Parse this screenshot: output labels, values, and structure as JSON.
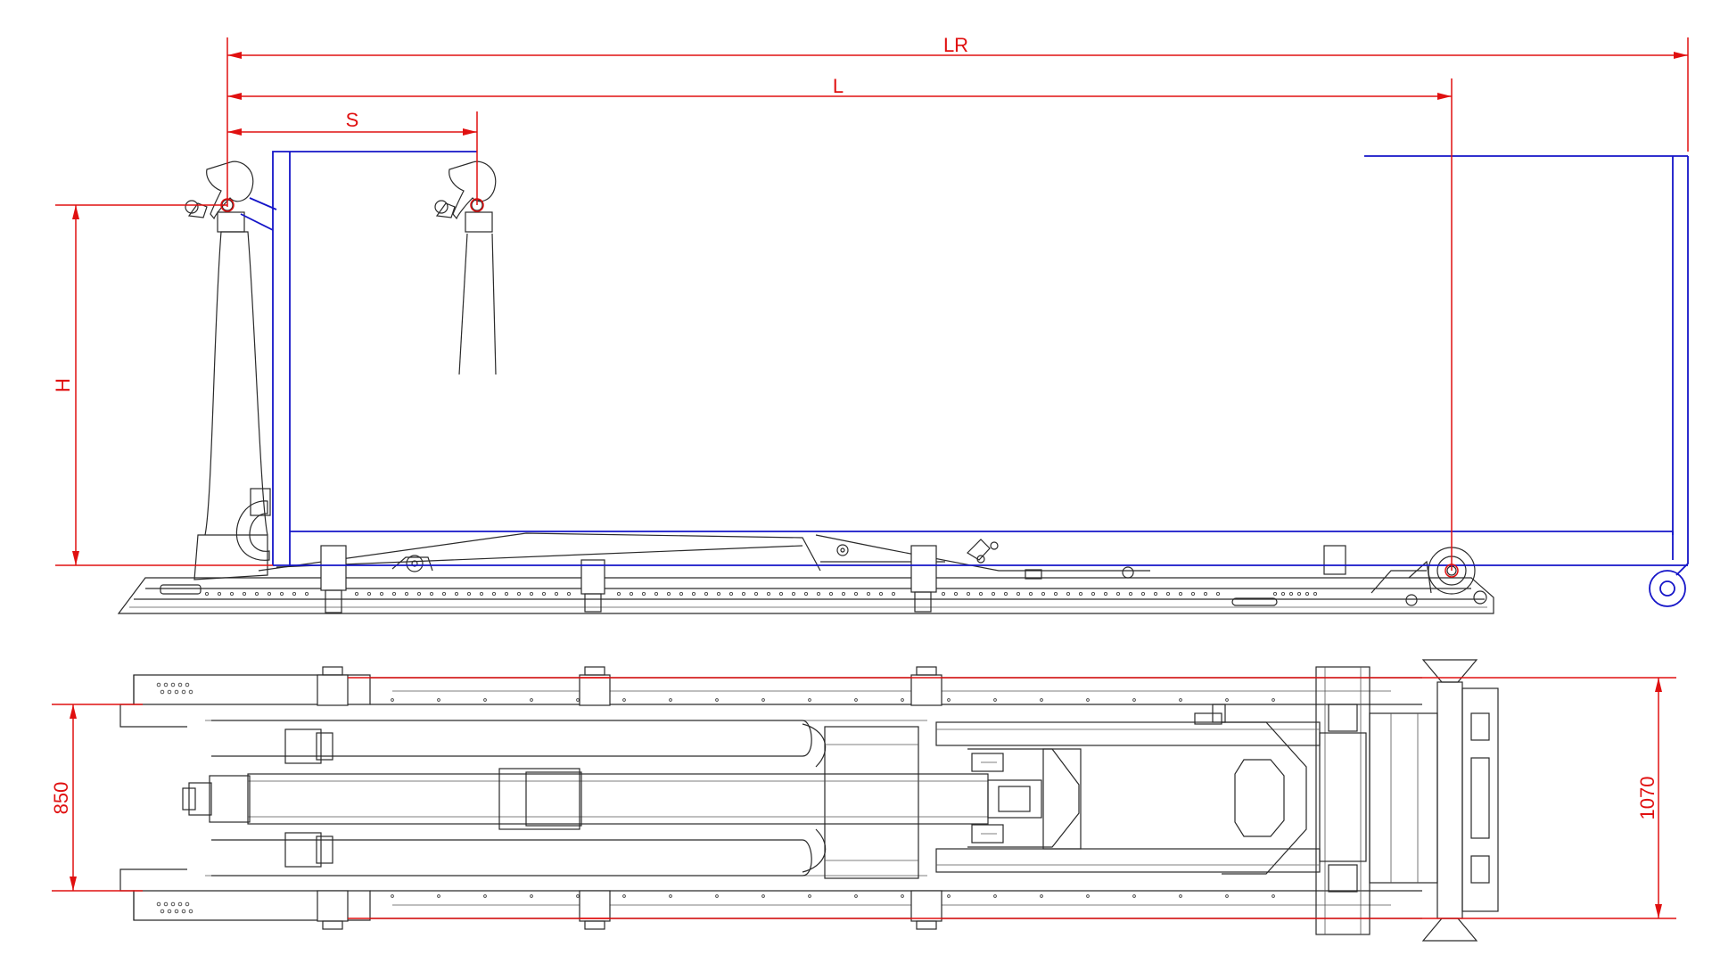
{
  "dimensions": {
    "lr": "LR",
    "l": "L",
    "s": "S",
    "h": "H",
    "width_inner": "850",
    "width_outer": "1070"
  },
  "colors": {
    "dimension": "#e01010",
    "container": "#1515c8",
    "machine": "#2a2a2a"
  }
}
